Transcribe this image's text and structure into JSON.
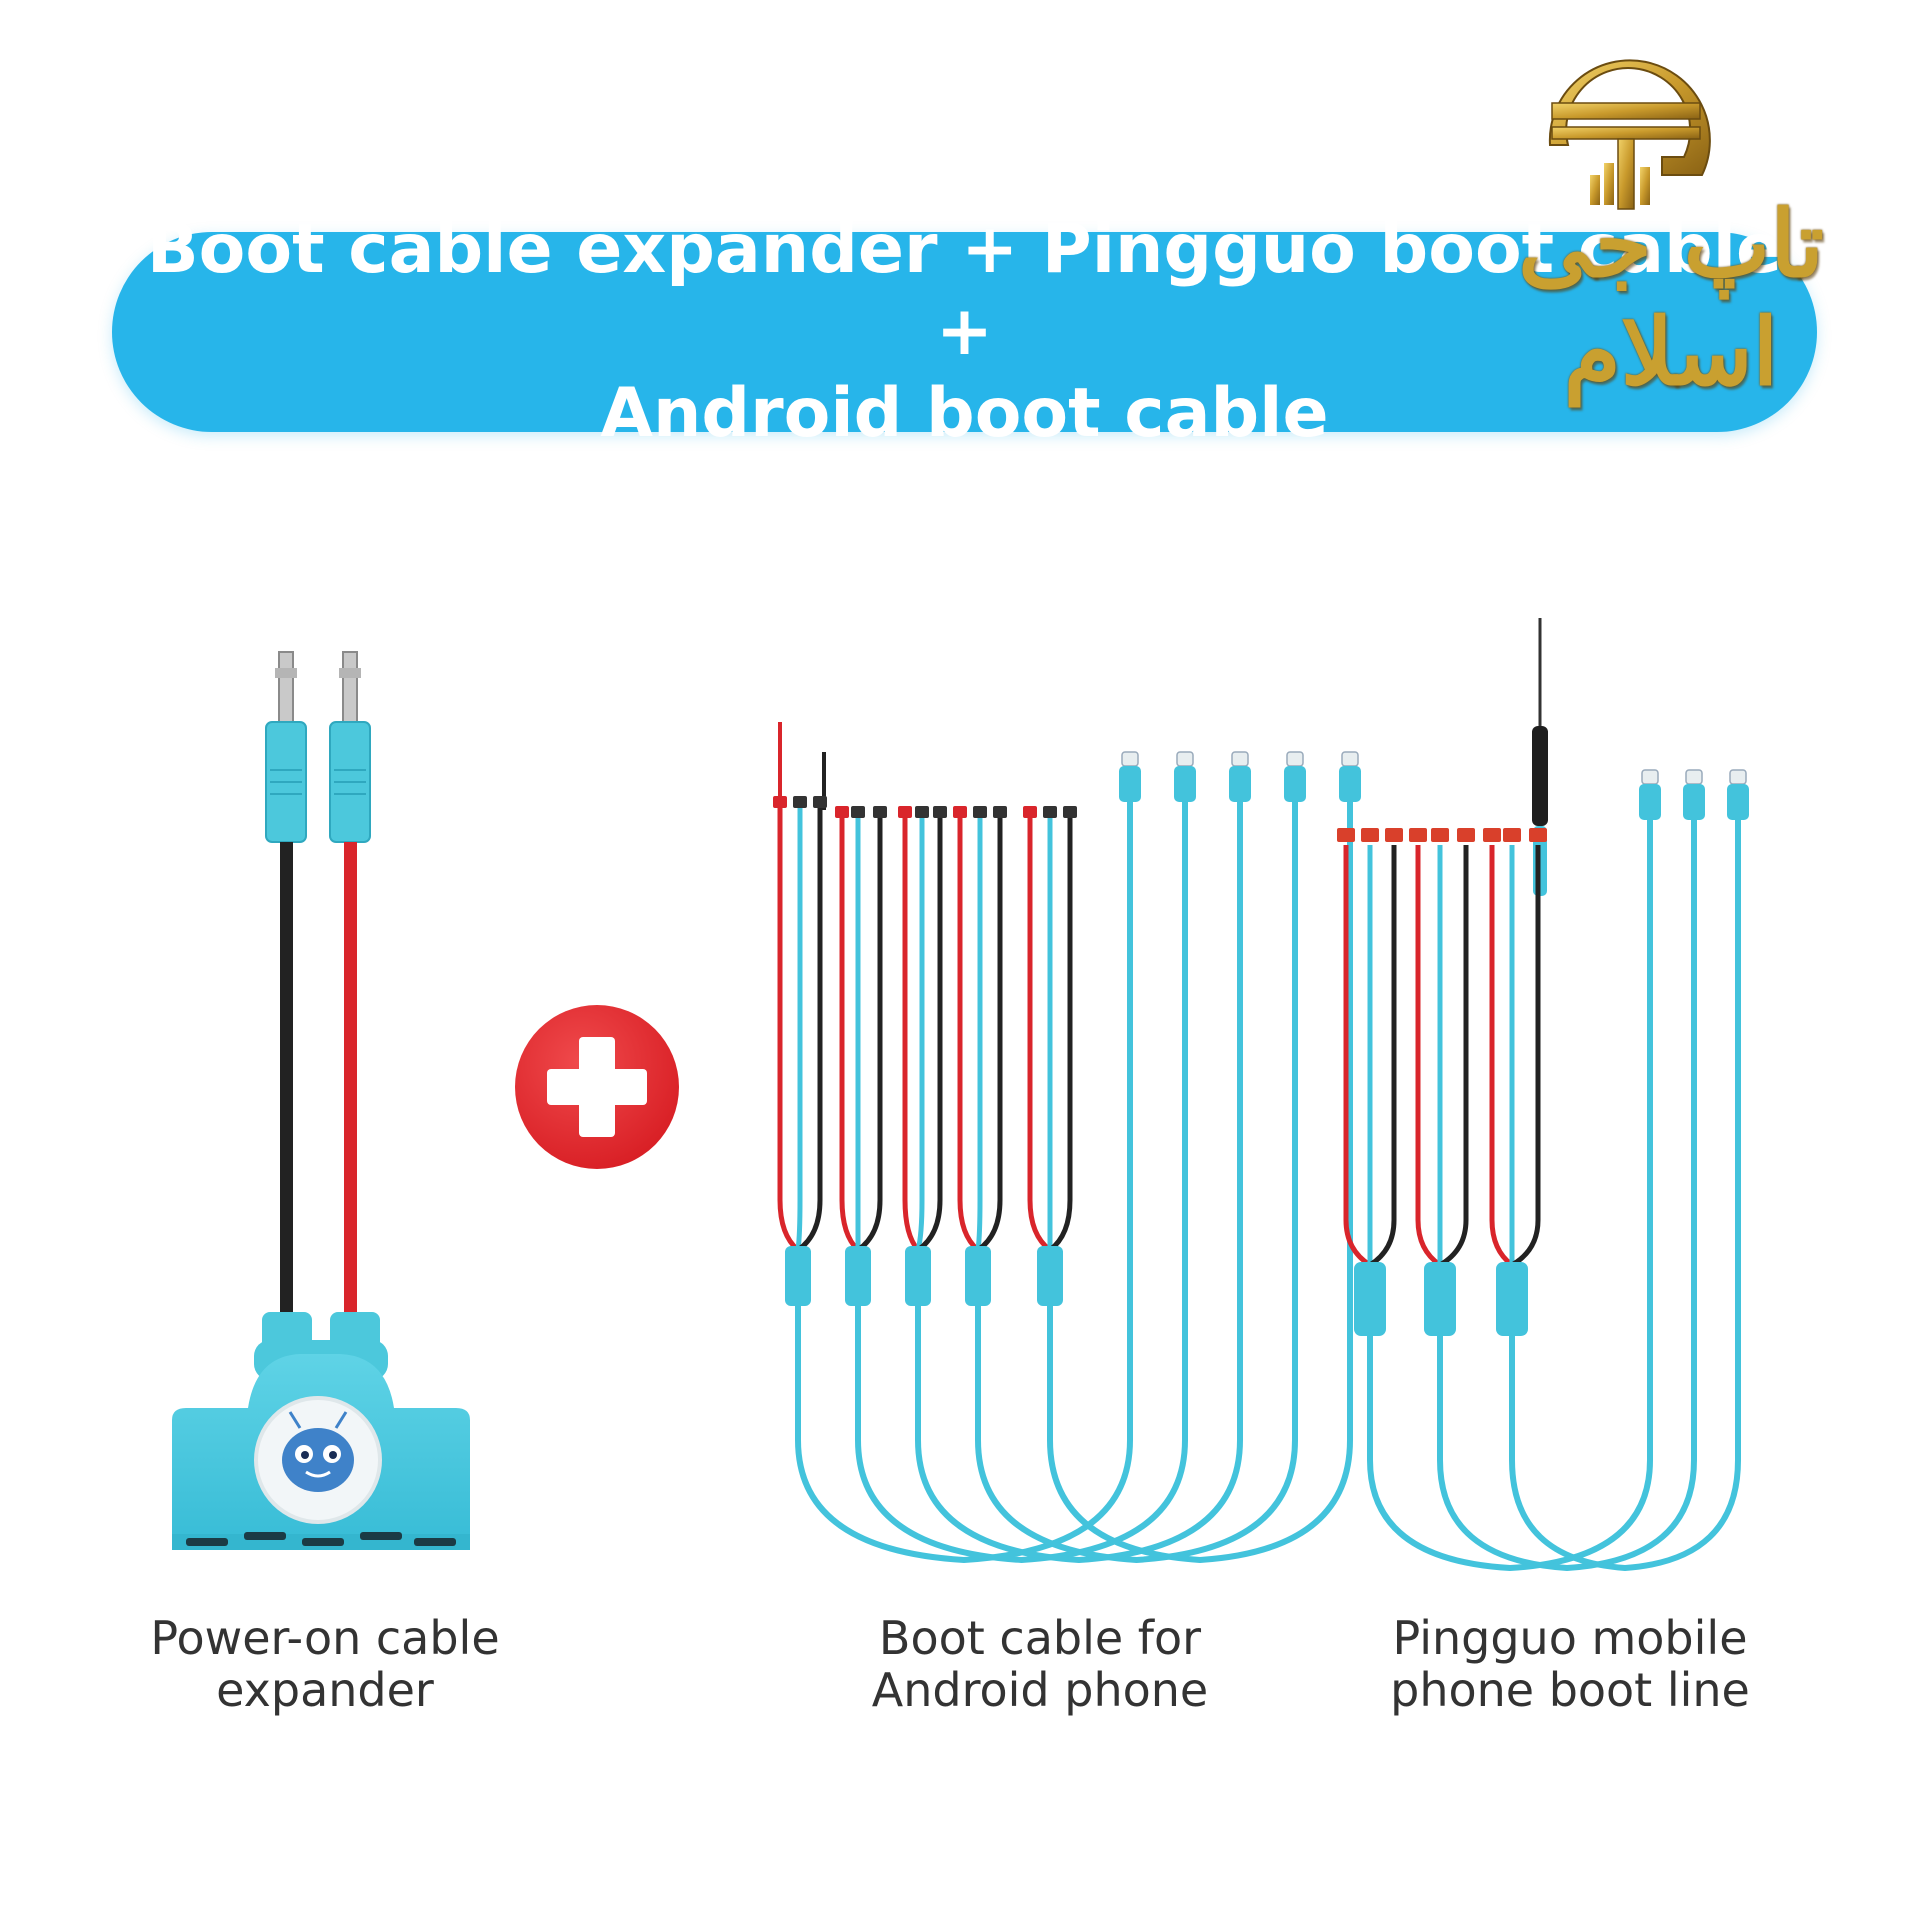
{
  "banner": {
    "line1": "Boot cable expander + Pingguo boot cable +",
    "line2": "Android boot cable"
  },
  "watermark": {
    "logo_icon": "tg-monogram-logo",
    "text": "تاپ جی اسلام",
    "color": "#c9a030"
  },
  "plus_badge": {
    "icon": "plus-icon",
    "color": "#e3262a"
  },
  "products": [
    {
      "caption": "Power-on cable\nexpander"
    },
    {
      "caption": "Boot cable for\nAndroid phone"
    },
    {
      "caption": "Pingguo mobile\nphone boot line"
    }
  ],
  "colors": {
    "cable_blue": "#43c3dc",
    "wire_red": "#d9252b",
    "wire_black": "#222222",
    "banner": "#27b5ea"
  }
}
